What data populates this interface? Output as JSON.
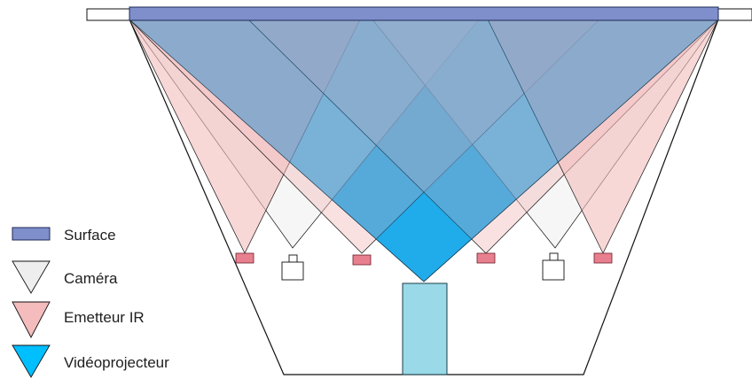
{
  "legend": {
    "items": [
      {
        "key": "surface",
        "label": "Surface",
        "color": "#7f8fcc"
      },
      {
        "key": "camera",
        "label": "Caméra",
        "color": "#eeeeee"
      },
      {
        "key": "ir",
        "label": "Emetteur IR",
        "color": "#f4bcbc"
      },
      {
        "key": "projector",
        "label": "Vidéoprojecteur",
        "color": "#00bfff"
      }
    ]
  },
  "colors": {
    "surface_fill": "#7f8fcc",
    "projection_fill": "#00bfff",
    "camera_fill": "#eeeeee",
    "ir_fill": "#f4bcbc",
    "ir_device": "#e87f8f",
    "projector_body": "#99d9e8",
    "outline": "#111111"
  }
}
